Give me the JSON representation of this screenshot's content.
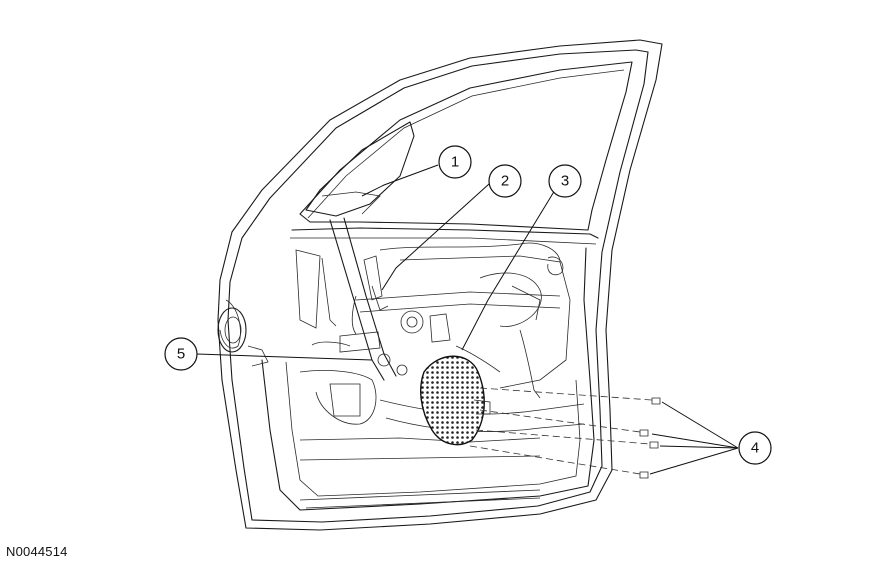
{
  "figure_id": "N0044514",
  "callouts": [
    {
      "label": "1"
    },
    {
      "label": "2"
    },
    {
      "label": "3"
    },
    {
      "label": "4"
    },
    {
      "label": "5"
    }
  ]
}
